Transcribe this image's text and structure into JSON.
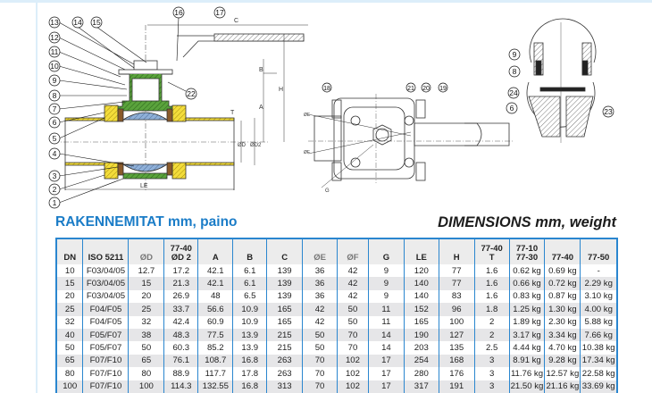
{
  "drawing": {
    "callouts_left": [
      "13",
      "12",
      "11",
      "10",
      "9",
      "8",
      "7",
      "6",
      "5",
      "4",
      "3",
      "2",
      "1"
    ],
    "callouts_top": [
      "14",
      "15",
      "16",
      "17",
      "22"
    ],
    "callouts_side": [
      "18",
      "21",
      "20",
      "19"
    ],
    "callouts_detail": [
      "9",
      "8",
      "24",
      "6",
      "23"
    ],
    "dimension_labels": {
      "C": "C",
      "H": "H",
      "A": "A",
      "B": "B",
      "T": "T",
      "D": "ØD",
      "D2": "ØD2",
      "LE": "LE",
      "E": "ØE",
      "F": "ØF",
      "G": "G"
    }
  },
  "headings": {
    "finnish": "RAKENNEMITAT mm, paino",
    "english": "DIMENSIONS mm, weight"
  },
  "table": {
    "headers": [
      {
        "top": "",
        "bottom": "DN"
      },
      {
        "top": "",
        "bottom": "ISO 5211"
      },
      {
        "top": "",
        "bottom": "ØD"
      },
      {
        "top": "77-40",
        "bottom": "ØD 2"
      },
      {
        "top": "",
        "bottom": "A"
      },
      {
        "top": "",
        "bottom": "B"
      },
      {
        "top": "",
        "bottom": "C"
      },
      {
        "top": "",
        "bottom": "ØE"
      },
      {
        "top": "",
        "bottom": "ØF"
      },
      {
        "top": "",
        "bottom": "G"
      },
      {
        "top": "",
        "bottom": "LE"
      },
      {
        "top": "",
        "bottom": "H"
      },
      {
        "top": "77-40",
        "bottom": "T"
      },
      {
        "top": "77-10",
        "bottom": "77-30"
      },
      {
        "top": "",
        "bottom": "77-40"
      },
      {
        "top": "",
        "bottom": "77-50"
      }
    ],
    "rows": [
      [
        "10",
        "F03/04/05",
        "12.7",
        "17.2",
        "42.1",
        "6.1",
        "139",
        "36",
        "42",
        "9",
        "120",
        "77",
        "1.6",
        "0.62 kg",
        "0.69 kg",
        "-"
      ],
      [
        "15",
        "F03/04/05",
        "15",
        "21.3",
        "42.1",
        "6.1",
        "139",
        "36",
        "42",
        "9",
        "140",
        "77",
        "1.6",
        "0.66 kg",
        "0.72 kg",
        "2.29 kg"
      ],
      [
        "20",
        "F03/04/05",
        "20",
        "26.9",
        "48",
        "6.5",
        "139",
        "36",
        "42",
        "9",
        "140",
        "83",
        "1.6",
        "0.83 kg",
        "0.87 kg",
        "3.10 kg"
      ],
      [
        "25",
        "F04/F05",
        "25",
        "33.7",
        "56.6",
        "10.9",
        "165",
        "42",
        "50",
        "11",
        "152",
        "96",
        "1.8",
        "1.25 kg",
        "1.30 kg",
        "4.00 kg"
      ],
      [
        "32",
        "F04/F05",
        "32",
        "42.4",
        "60.9",
        "10.9",
        "165",
        "42",
        "50",
        "11",
        "165",
        "100",
        "2",
        "1.89 kg",
        "2.30 kg",
        "5.88 kg"
      ],
      [
        "40",
        "F05/F07",
        "38",
        "48.3",
        "77.5",
        "13.9",
        "215",
        "50",
        "70",
        "14",
        "190",
        "127",
        "2",
        "3.17 kg",
        "3.34 kg",
        "7.66 kg"
      ],
      [
        "50",
        "F05/F07",
        "50",
        "60.3",
        "85.2",
        "13.9",
        "215",
        "50",
        "70",
        "14",
        "203",
        "135",
        "2.5",
        "4.44 kg",
        "4.70 kg",
        "10.38 kg"
      ],
      [
        "65",
        "F07/F10",
        "65",
        "76.1",
        "108.7",
        "16.8",
        "263",
        "70",
        "102",
        "17",
        "254",
        "168",
        "3",
        "8.91 kg",
        "9.28 kg",
        "17.34 kg"
      ],
      [
        "80",
        "F07/F10",
        "80",
        "88.9",
        "117.7",
        "17.8",
        "263",
        "70",
        "102",
        "17",
        "280",
        "176",
        "3",
        "11.76 kg",
        "12.57 kg",
        "22.58 kg"
      ],
      [
        "100",
        "F07/F10",
        "100",
        "114.3",
        "132.55",
        "16.8",
        "313",
        "70",
        "102",
        "17",
        "317",
        "191",
        "3",
        "21.50 kg",
        "21.16 kg",
        "33.69 kg"
      ]
    ]
  }
}
